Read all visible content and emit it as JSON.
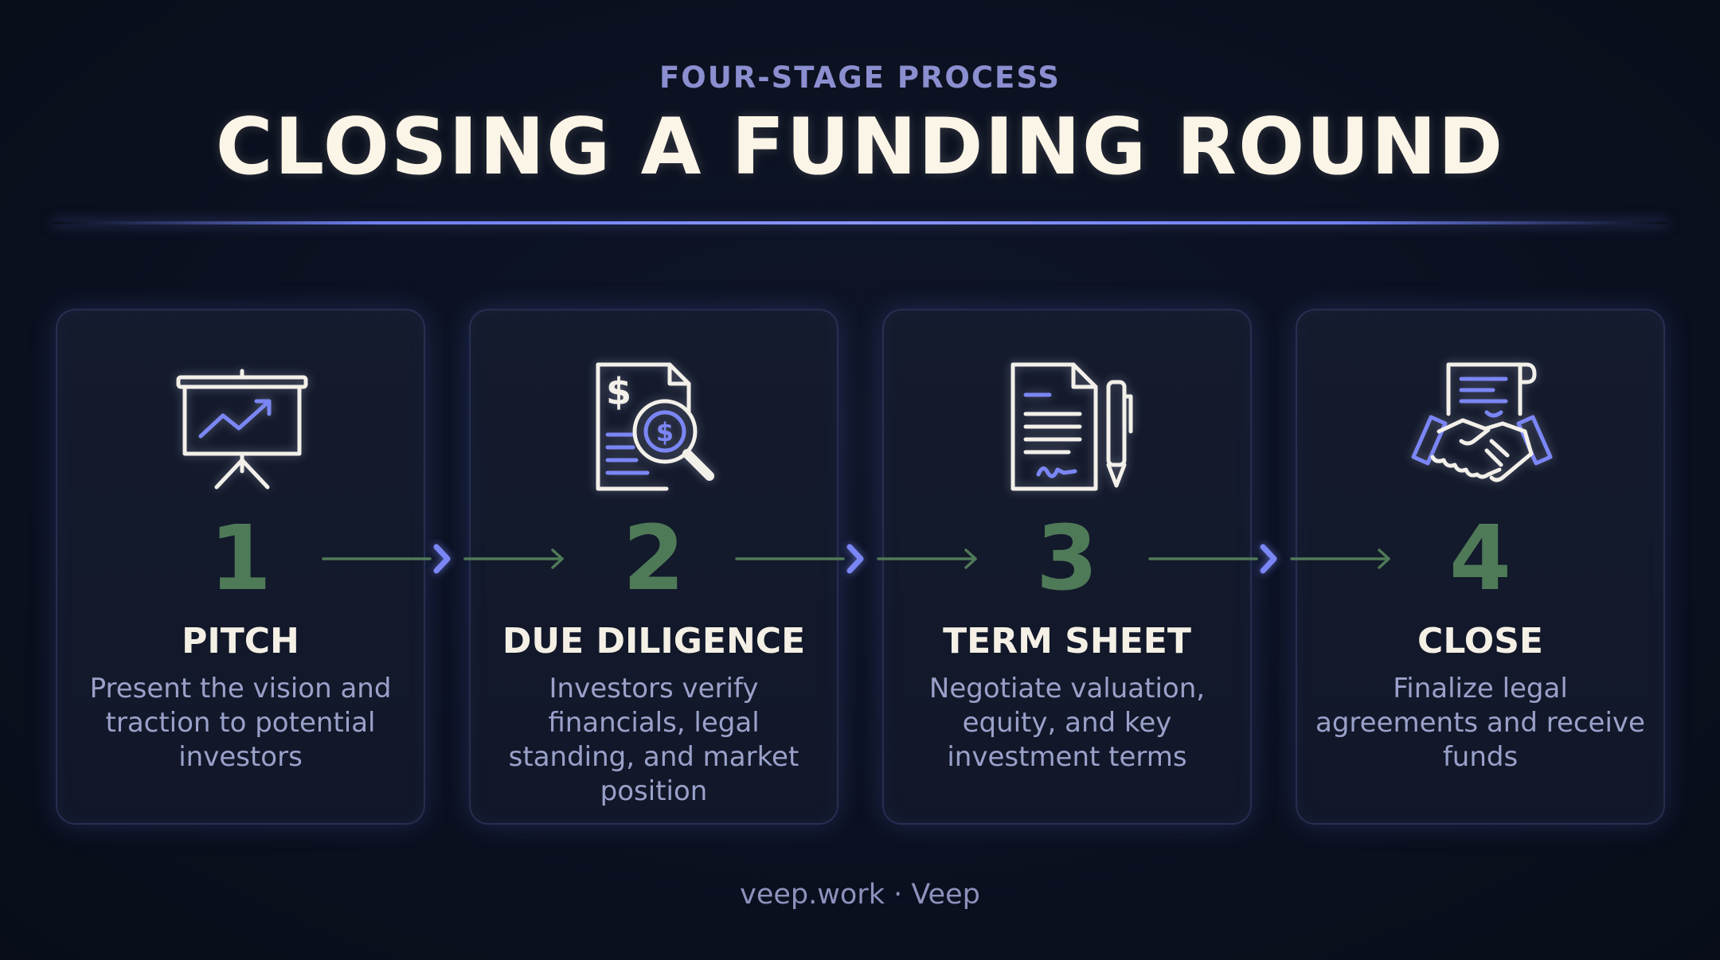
{
  "header": {
    "eyebrow": "FOUR-STAGE PROCESS",
    "title": "CLOSING A FUNDING ROUND"
  },
  "stages": [
    {
      "number": "1",
      "title": "PITCH",
      "description": "Present the vision and traction to potential investors",
      "icon": "presentation-chart-icon"
    },
    {
      "number": "2",
      "title": "DUE DILIGENCE",
      "description": "Investors verify financials, legal standing, and market position",
      "icon": "document-magnifier-dollar-icon"
    },
    {
      "number": "3",
      "title": "TERM SHEET",
      "description": "Negotiate valuation, equity, and key investment terms",
      "icon": "document-pen-icon"
    },
    {
      "number": "4",
      "title": "CLOSE",
      "description": "Finalize legal agreements and receive funds",
      "icon": "handshake-contract-icon"
    }
  ],
  "footer": {
    "text": "veep.work · Veep"
  },
  "colors": {
    "background": "#0b1120",
    "accent": "#7b86f5",
    "number_green": "#4f7a58",
    "title_cream": "#fbf5e7",
    "body_text": "#9aa1c9"
  }
}
